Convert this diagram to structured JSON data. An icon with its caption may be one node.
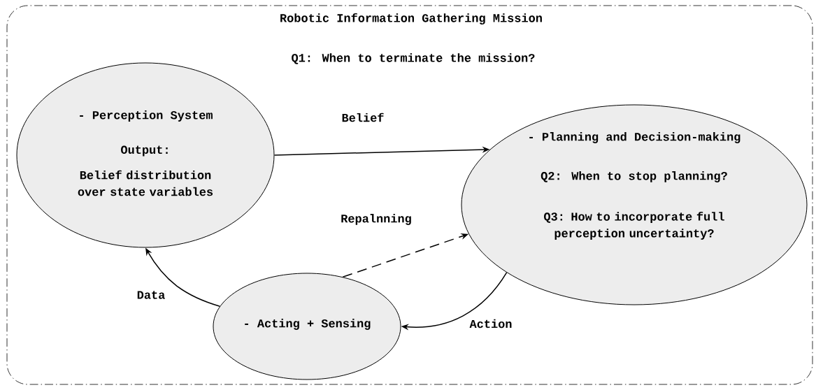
{
  "diagram": {
    "nodes": [
      {
        "text": [
          "Robotic Information Gathering Mission",
          "Q1: When to terminate the mission?"
        ]
      },
      {
        "text": [
          "- Perception System",
          "Output:",
          "Belief distribution over state variables"
        ],
        "in": 0
      },
      {
        "text": [
          "- Planning and Decision-making",
          "Q2: When to stop planning?",
          "Q3: How to incorporate full perception uncertainty?"
        ],
        "in": 0
      },
      {
        "text": [
          "- Acting + Sensing"
        ],
        "in": 0
      }
    ],
    "edges": [
      {
        "from": 1,
        "to": 2,
        "arrow": "to",
        "label": "Belief"
      },
      {
        "from": 3,
        "to": 2,
        "arrow": "to",
        "label": "Repalnning",
        "style": "dashed"
      },
      {
        "from": 3,
        "to": 1,
        "arrow": "to",
        "label": "Data"
      },
      {
        "from": 2,
        "to": 3,
        "arrow": "to",
        "label": "Action"
      }
    ]
  }
}
